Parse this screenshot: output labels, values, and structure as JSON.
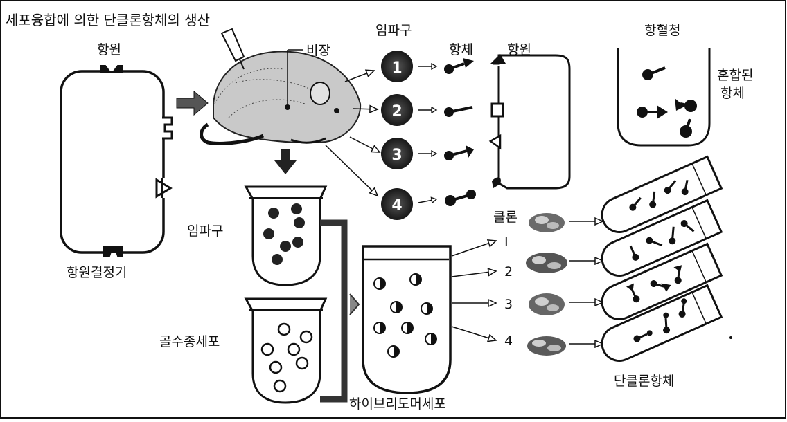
{
  "title": "세포융합에 의한 단클론항체의 생산",
  "labels": {
    "antigen_top": "항원",
    "spleen": "비장",
    "lymphocyte_top": "임파구",
    "antibody": "항체",
    "antigen_right": "항원",
    "antiserum": "항혈청",
    "mixed_antibody": [
      "혼합된",
      "항체"
    ],
    "epitope": "항원결정기",
    "lymphocyte": "임파구",
    "myeloma": "골수종세포",
    "hybridoma": "하이브리도머세포",
    "clone": "클론",
    "monoclonal": "단클론항체"
  },
  "lymphocyte_numbers": [
    "1",
    "2",
    "3",
    "4"
  ],
  "clone_numbers": [
    "I",
    "2",
    "3",
    "4"
  ],
  "colors": {
    "ink": "#111111",
    "paper": "#ffffff"
  }
}
